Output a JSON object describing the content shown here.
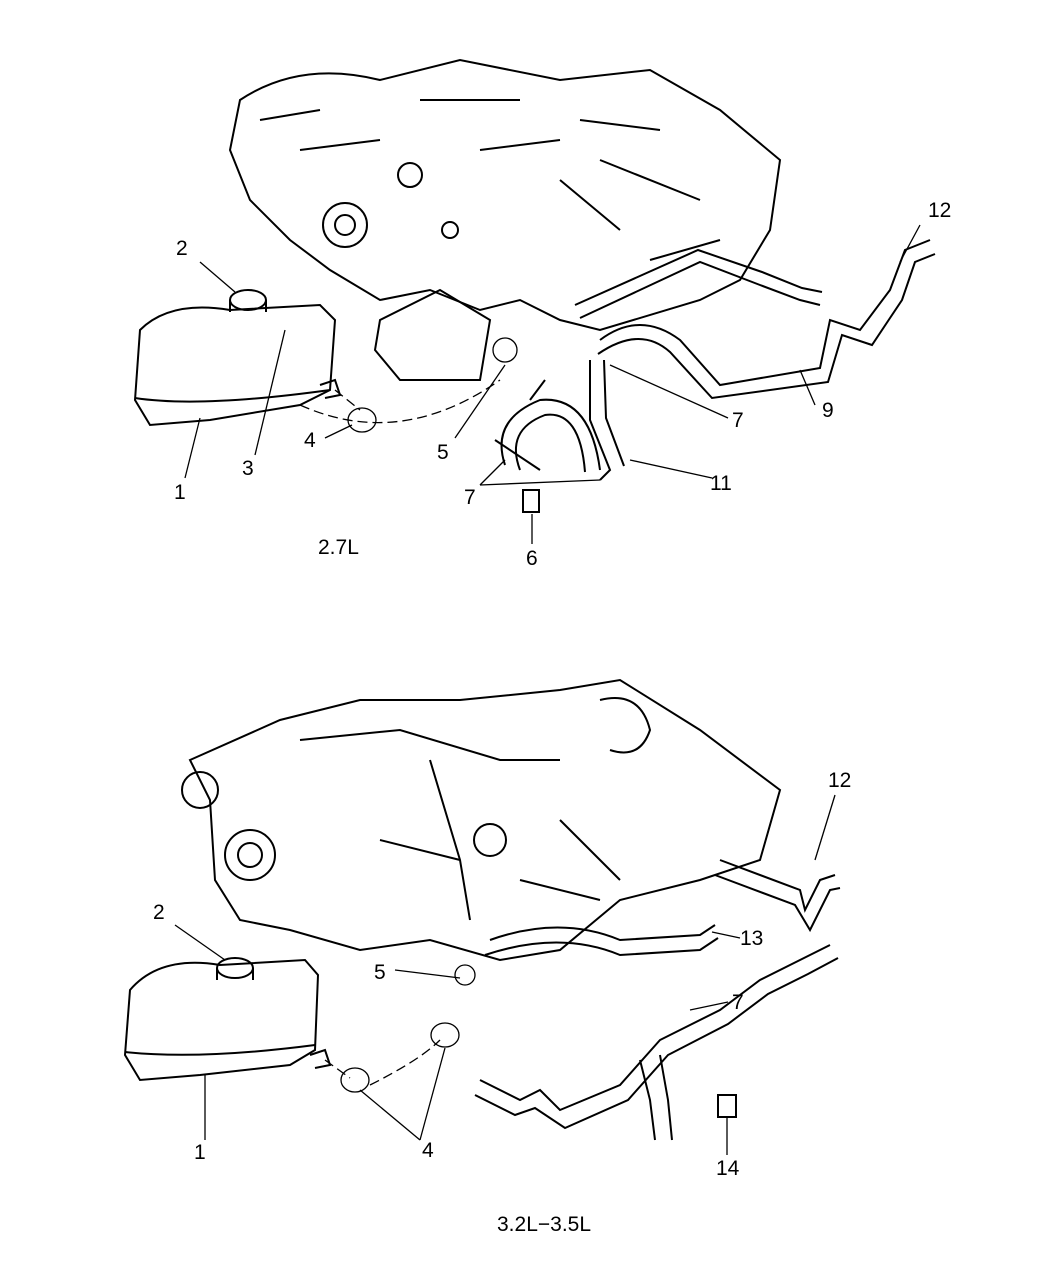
{
  "diagrams": [
    {
      "caption": "2.7L",
      "callouts": [
        "2",
        "12",
        "3",
        "1",
        "4",
        "5",
        "7",
        "9",
        "7",
        "11",
        "6"
      ]
    },
    {
      "caption": "3.2L−3.5L",
      "callouts": [
        "2",
        "12",
        "13",
        "5",
        "7",
        "1",
        "4",
        "14"
      ]
    }
  ]
}
